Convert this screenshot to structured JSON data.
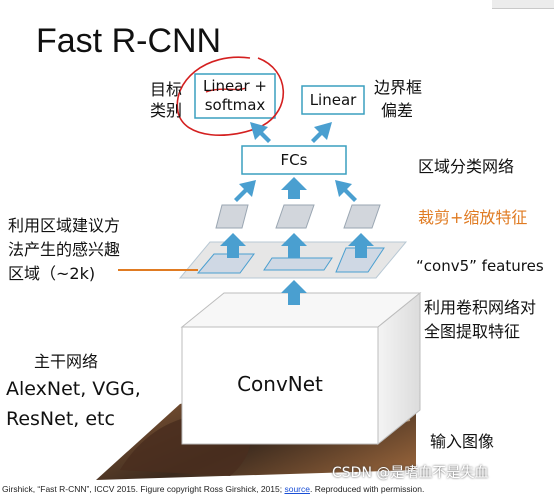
{
  "title": "Fast R-CNN",
  "boxes": {
    "linear_softmax": "Linear +\nsoftmax",
    "linear": "Linear",
    "fcs": "FCs",
    "convnet": "ConvNet"
  },
  "labels": {
    "class_line1": "目标",
    "class_line2": "类别",
    "bbox_line1": "边界框",
    "bbox_line2": "偏差",
    "region_classify_net": "区域分类网络",
    "crop_resize": "裁剪+缩放特征",
    "roi_line1": "利用区域建议方",
    "roi_line2": "法产生的感兴趣",
    "roi_line3": "区域（~2k)",
    "conv5": "“conv5” features",
    "extract_line1": "利用卷积网络对",
    "extract_line2": "全图提取特征",
    "backbone_title": "主干网络",
    "backbone_1": "AlexNet, VGG,",
    "backbone_2": "ResNet, etc",
    "input_image": "输入图像"
  },
  "footer": {
    "text": "Girshick, “Fast R-CNN”, ICCV 2015. Figure copyright Ross Girshick, 2015; ",
    "link": "source",
    "tail": ". Reproduced with permission."
  },
  "watermark": "CSDN @是嗜血不是失血",
  "colors": {
    "box_border": "#3a9fbf",
    "arrow": "#4a9fd0",
    "orange_label": "#e07b22",
    "annotation_red": "#d42020"
  }
}
